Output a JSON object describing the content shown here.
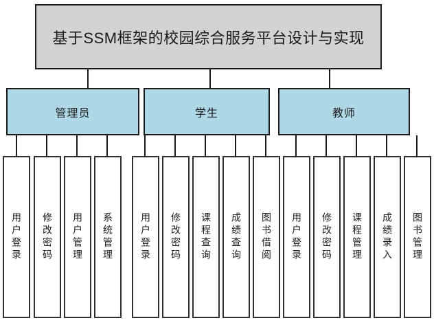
{
  "diagram": {
    "title": "基于SSM框架的校园综合服务平台设计与实现",
    "groups": [
      {
        "label": "管理员",
        "children": [
          "用户登录",
          "修改密码",
          "用户管理",
          "系统管理"
        ]
      },
      {
        "label": "学生",
        "children": [
          "用户登录",
          "修改密码",
          "课程查询",
          "成绩查询",
          "图书借阅"
        ]
      },
      {
        "label": "教师",
        "children": [
          "用户登录",
          "修改密码",
          "课程管理",
          "成绩录入",
          "图书管理"
        ]
      }
    ],
    "colors": {
      "title_fill": "#d3d3d3",
      "group_fill": "#aed8e6",
      "leaf_fill": "#ffffff",
      "border": "#1a1a1a",
      "connector": "#1a1a1a",
      "background": "#ffffff"
    }
  }
}
